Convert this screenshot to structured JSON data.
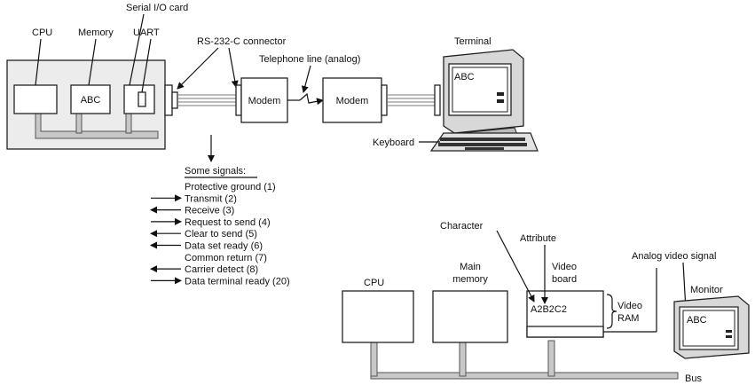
{
  "top": {
    "cpu_label": "CPU",
    "memory_label": "Memory",
    "serial_card_label": "Serial I/O card",
    "uart_label": "UART",
    "rs232_label": "RS-232-C connector",
    "phone_line_label": "Telephone line (analog)",
    "terminal_label": "Terminal",
    "memory_content": "ABC",
    "modem1_label": "Modem",
    "modem2_label": "Modem",
    "screen_text": "ABC",
    "keyboard_label": "Keyboard"
  },
  "signals": {
    "title": "Some signals:",
    "items": [
      {
        "label": "Protective ground (1)",
        "dir": "none"
      },
      {
        "label": "Transmit (2)",
        "dir": "right"
      },
      {
        "label": "Receive (3)",
        "dir": "left"
      },
      {
        "label": "Request to send (4)",
        "dir": "right"
      },
      {
        "label": "Clear to send (5)",
        "dir": "left"
      },
      {
        "label": "Data set ready (6)",
        "dir": "left"
      },
      {
        "label": "Common return (7)",
        "dir": "none"
      },
      {
        "label": "Carrier detect (8)",
        "dir": "left"
      },
      {
        "label": "Data terminal ready (20)",
        "dir": "right"
      }
    ]
  },
  "bottom": {
    "character_label": "Character",
    "attribute_label": "Attribute",
    "video_board_label_1": "Video",
    "video_board_label_2": "board",
    "analog_signal_label": "Analog video signal",
    "cpu_label": "CPU",
    "main_memory_label_1": "Main",
    "main_memory_label_2": "memory",
    "video_ram_label_1": "Video",
    "video_ram_label_2": "RAM",
    "vram_content": "A2B2C2",
    "monitor_label": "Monitor",
    "monitor_screen_text": "ABC",
    "bus_label": "Bus"
  }
}
